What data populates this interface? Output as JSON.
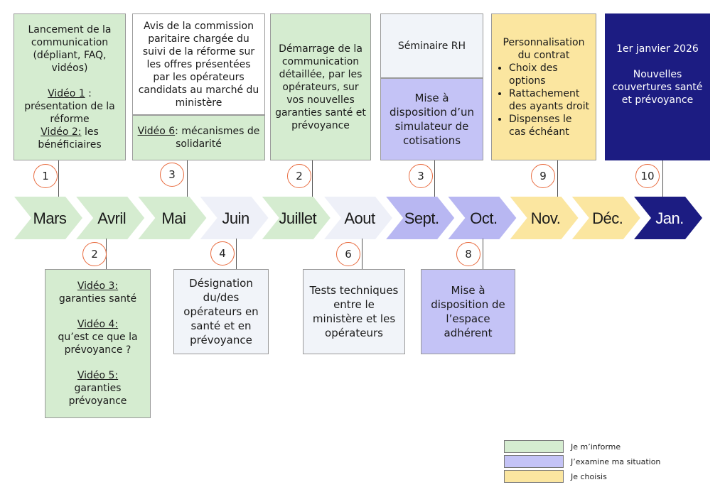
{
  "colors": {
    "green": "#d5ecd0",
    "purple": "#c4c3f6",
    "yellow": "#fbe6a0",
    "navy": "#1c1c82",
    "lightgray": "#f1f4f9",
    "circle_border": "#e8693c"
  },
  "months": [
    {
      "label": "Mars",
      "fill": "#d5ecd0",
      "text": "#1a1a1a"
    },
    {
      "label": "Avril",
      "fill": "#d5ecd0",
      "text": "#1a1a1a"
    },
    {
      "label": "Mai",
      "fill": "#d5ecd0",
      "text": "#1a1a1a"
    },
    {
      "label": "Juin",
      "fill": "#eef0f8",
      "text": "#1a1a1a"
    },
    {
      "label": "Juillet",
      "fill": "#d5ecd0",
      "text": "#1a1a1a"
    },
    {
      "label": "Aout",
      "fill": "#eef0f8",
      "text": "#1a1a1a"
    },
    {
      "label": "Sept.",
      "fill": "#b8b7f2",
      "text": "#1a1a1a"
    },
    {
      "label": "Oct.",
      "fill": "#b8b7f2",
      "text": "#1a1a1a"
    },
    {
      "label": "Nov.",
      "fill": "#fbe6a0",
      "text": "#1a1a1a"
    },
    {
      "label": "Déc.",
      "fill": "#fbe6a0",
      "text": "#1a1a1a"
    },
    {
      "label": "Jan.",
      "fill": "#1c1c82",
      "text": "#ffffff"
    }
  ],
  "top": {
    "mars": {
      "line1": "Lancement de la communication (dépliant, FAQ, vidéos)",
      "video1_label": "Vidéo 1",
      "video1_text": " : présentation de la réforme",
      "video2_label": "Vidéo 2:",
      "video2_text": " les bénéficiaires",
      "number": "1"
    },
    "mai": {
      "upper": "Avis de la commission paritaire chargée du suivi de la réforme sur les offres présentées par les opérateurs candidats au marché du ministère",
      "video6_label": "Vidéo 6",
      "video6_text": ": mécanismes de solidarité",
      "number": "3"
    },
    "juillet": {
      "text": "Démarrage de la communication détaillée, par les opérateurs, sur vos nouvelles garanties santé et prévoyance",
      "number": "2"
    },
    "sept": {
      "upper": "Séminaire RH",
      "lower": "Mise à disposition d’un simulateur de cotisations",
      "number": "3"
    },
    "nov": {
      "title": "Personnalisation du contrat",
      "items": [
        "Choix des options",
        "Rattachement des ayants droit",
        "Dispenses le cas échéant"
      ],
      "number": "9"
    },
    "jan": {
      "date": "1er janvier 2026",
      "text": "Nouvelles couvertures santé et prévoyance",
      "number": "10"
    }
  },
  "bottom": {
    "avril": {
      "v3_label": "Vidéo 3:",
      "v3_text": "garanties santé",
      "v4_label": "Vidéo 4:",
      "v4_text": "qu’est ce que la prévoyance ?",
      "v5_label": "Vidéo 5:",
      "v5_text": "garanties prévoyance",
      "number": "2"
    },
    "juin": {
      "text": "Désignation du/des opérateurs en santé et en prévoyance",
      "number": "4"
    },
    "aout": {
      "text": "Tests techniques entre le ministère et les opérateurs",
      "number": "6"
    },
    "oct": {
      "text": "Mise à disposition de l’espace adhérent",
      "number": "8"
    }
  },
  "legend": [
    {
      "label": "Je m’informe",
      "color": "#d5ecd0"
    },
    {
      "label": "J’examine ma situation",
      "color": "#c4c3f6"
    },
    {
      "label": "Je choisis",
      "color": "#fbe6a0"
    }
  ]
}
